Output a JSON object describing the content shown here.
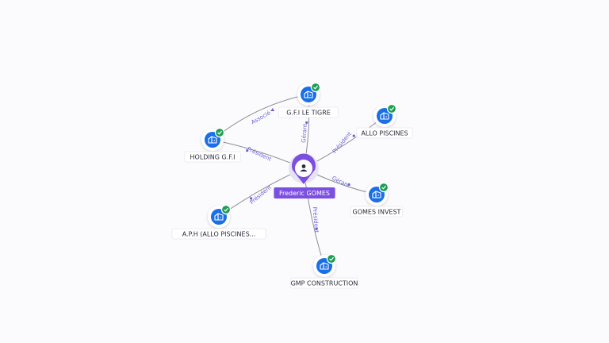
{
  "center": {
    "name": "Frederic GOMES",
    "icon": "person-icon",
    "color": "#7b4fe0"
  },
  "colors": {
    "company": "#1a6fe8",
    "check": "#1f9d55",
    "edge_label": "#6c63d9"
  },
  "companies": [
    {
      "id": "gfi-le-tigre",
      "name": "G.F.I LE TIGRE",
      "relation": "Gérant",
      "verified": true
    },
    {
      "id": "allo-piscines",
      "name": "ALLO PISCINES",
      "relation": "Président",
      "verified": true
    },
    {
      "id": "gomes-invest",
      "name": "GOMES INVEST",
      "relation": "Gérant",
      "verified": true
    },
    {
      "id": "gmp-construction",
      "name": "GMP CONSTRUCTION",
      "relation": "Président",
      "verified": true
    },
    {
      "id": "aph",
      "name": "A.P.H (ALLO PISCINES...",
      "relation": "Président",
      "verified": true
    },
    {
      "id": "holding-gfi",
      "name": "HOLDING G.F.I",
      "relation": "Président",
      "verified": true
    }
  ],
  "links": [
    {
      "from": "holding-gfi",
      "to": "gfi-le-tigre",
      "relation": "Associé"
    }
  ]
}
